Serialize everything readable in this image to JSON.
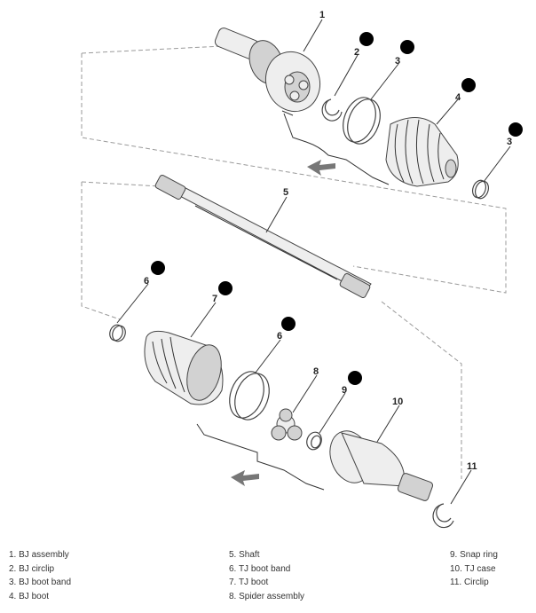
{
  "callouts": {
    "c1": "1",
    "c2": "2",
    "c3": "3",
    "c4": "4",
    "c5": "5",
    "c6a": "6",
    "c6b": "6",
    "c7": "7",
    "c8": "8",
    "c9": "9",
    "c10": "10",
    "c11": "11",
    "c3b": "3"
  },
  "legend": {
    "col1": [
      "1. BJ assembly",
      "2. BJ circlip",
      "3. BJ boot band",
      "4. BJ boot"
    ],
    "col2": [
      "5. Shaft",
      "6. TJ boot band",
      "7. TJ boot",
      "8. Spider assembly"
    ],
    "col3": [
      "9. Snap ring",
      "10. TJ case",
      "11. Circlip"
    ]
  },
  "icons": {
    "no_reuse": "do-not-reuse-icon",
    "direction_arrow": "direction-arrow-icon"
  },
  "colors": {
    "line": "#444444",
    "fill": "#eeeeee",
    "guide": "#9a9a9a"
  }
}
